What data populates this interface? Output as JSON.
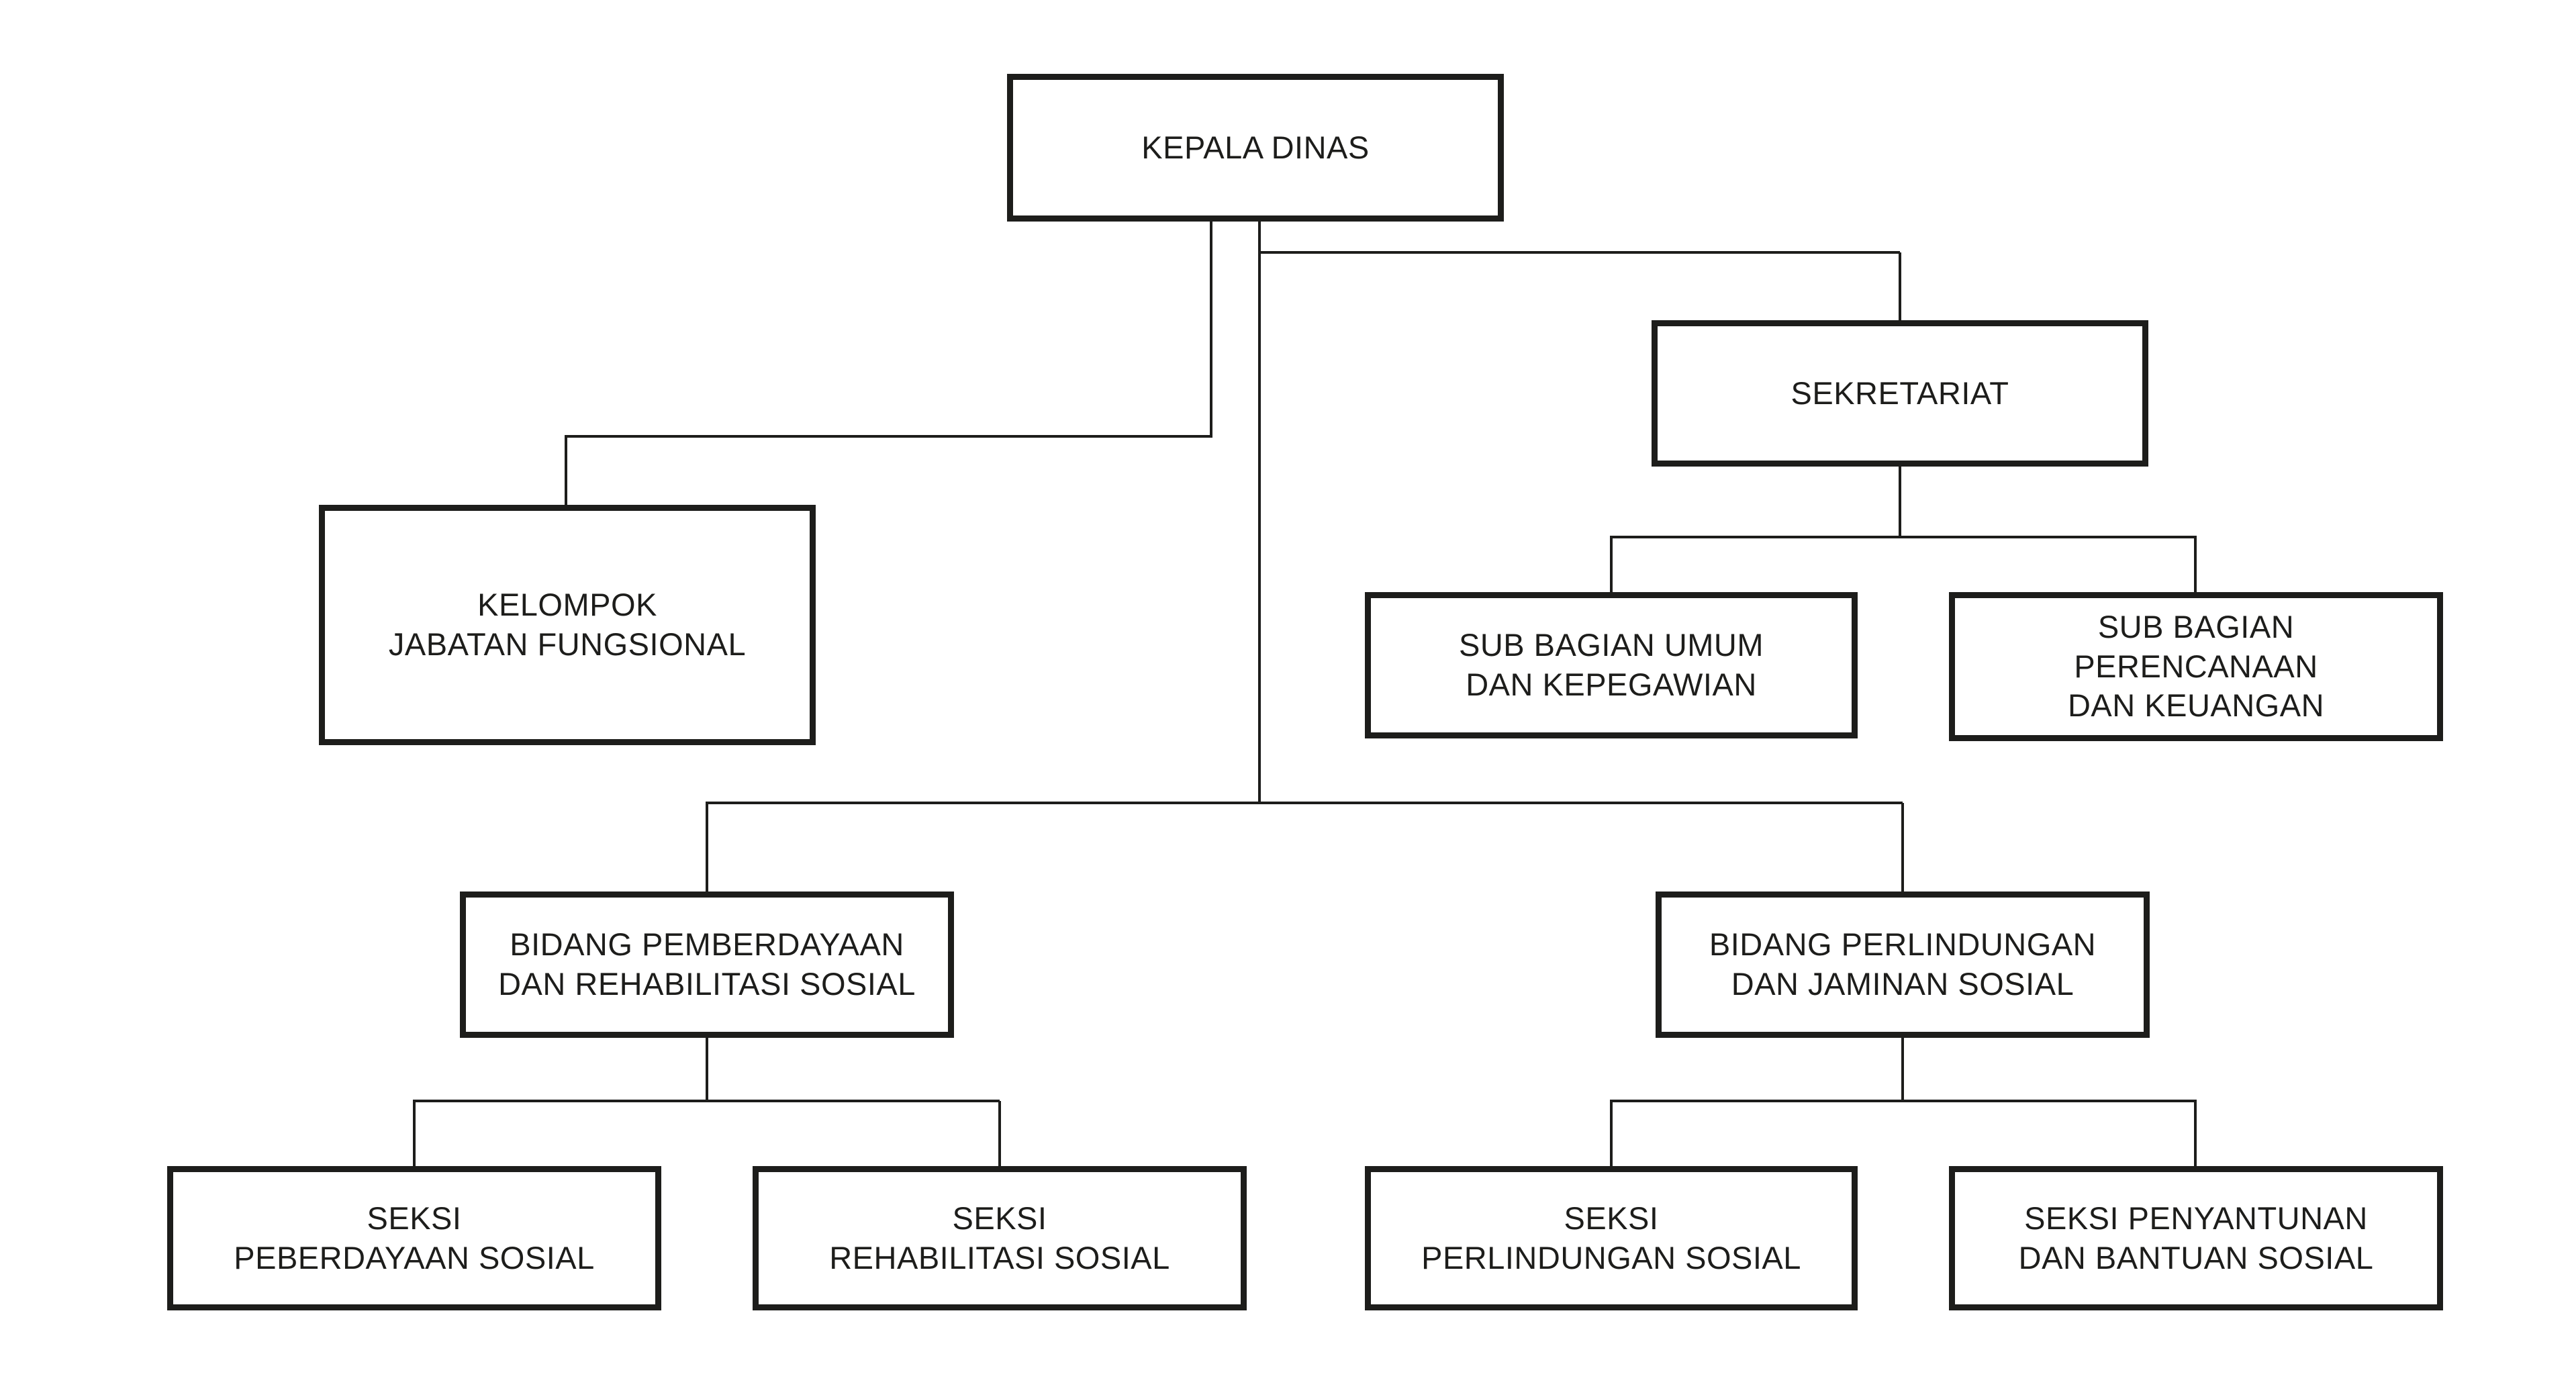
{
  "org": {
    "nodes": [
      {
        "id": "kepala-dinas",
        "label": "KEPALA DINAS",
        "parent": null
      },
      {
        "id": "kelompok-jabatan-fungsional",
        "label": "KELOMPOK\nJABATAN FUNGSIONAL",
        "parent": "kepala-dinas"
      },
      {
        "id": "sekretariat",
        "label": "SEKRETARIAT",
        "parent": "kepala-dinas"
      },
      {
        "id": "sub-bagian-umum-dan-kepegawian",
        "label": "SUB BAGIAN UMUM\nDAN KEPEGAWIAN",
        "parent": "sekretariat"
      },
      {
        "id": "sub-bagian-perencanaan-dan-keuangan",
        "label": "SUB BAGIAN\nPERENCANAAN\nDAN KEUANGAN",
        "parent": "sekretariat"
      },
      {
        "id": "bidang-pemberdayaan-dan-rehabilitasi-sosial",
        "label": "BIDANG PEMBERDAYAAN\nDAN REHABILITASI SOSIAL",
        "parent": "kepala-dinas"
      },
      {
        "id": "bidang-perlindungan-dan-jaminan-sosial",
        "label": "BIDANG PERLINDUNGAN\nDAN JAMINAN SOSIAL",
        "parent": "kepala-dinas"
      },
      {
        "id": "seksi-peberdayaan-sosial",
        "label": "SEKSI\nPEBERDAYAAN SOSIAL",
        "parent": "bidang-pemberdayaan-dan-rehabilitasi-sosial"
      },
      {
        "id": "seksi-rehabilitasi-sosial",
        "label": "SEKSI\nREHABILITASI SOSIAL",
        "parent": "bidang-pemberdayaan-dan-rehabilitasi-sosial"
      },
      {
        "id": "seksi-perlindungan-sosial",
        "label": "SEKSI\nPERLINDUNGAN SOSIAL",
        "parent": "bidang-perlindungan-dan-jaminan-sosial"
      },
      {
        "id": "seksi-penyantunan-dan-bantuan-sosial",
        "label": "SEKSI PENYANTUNAN\nDAN BANTUAN SOSIAL",
        "parent": "bidang-perlindungan-dan-jaminan-sosial"
      }
    ]
  },
  "colors": {
    "ink": "#1d1d1b",
    "background": "#ffffff"
  }
}
